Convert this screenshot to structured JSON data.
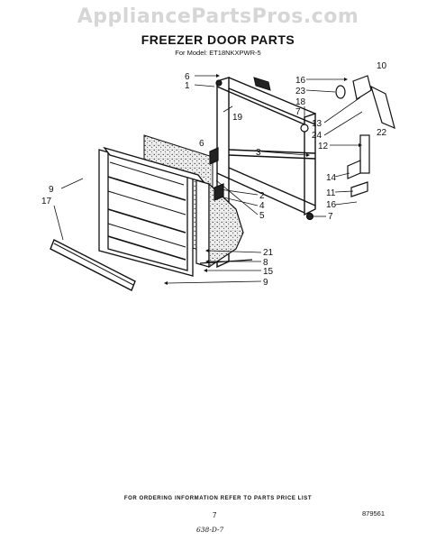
{
  "watermark": "AppliancePartsPros.com",
  "title": "FREEZER DOOR PARTS",
  "model": "For Model: ET18NKXPWR-5",
  "footer": {
    "ordering_note": "FOR ORDERING INFORMATION REFER TO PARTS PRICE LIST",
    "page_number": "7",
    "diagram_code": "879561",
    "handwritten_ref": "638-D-7"
  },
  "callouts": [
    "6",
    "1",
    "16",
    "10",
    "23",
    "18",
    "7",
    "19",
    "13",
    "24",
    "22",
    "3",
    "12",
    "6",
    "14",
    "11",
    "16",
    "7",
    "2",
    "4",
    "5",
    "9",
    "17",
    "21",
    "8",
    "15",
    "9"
  ]
}
